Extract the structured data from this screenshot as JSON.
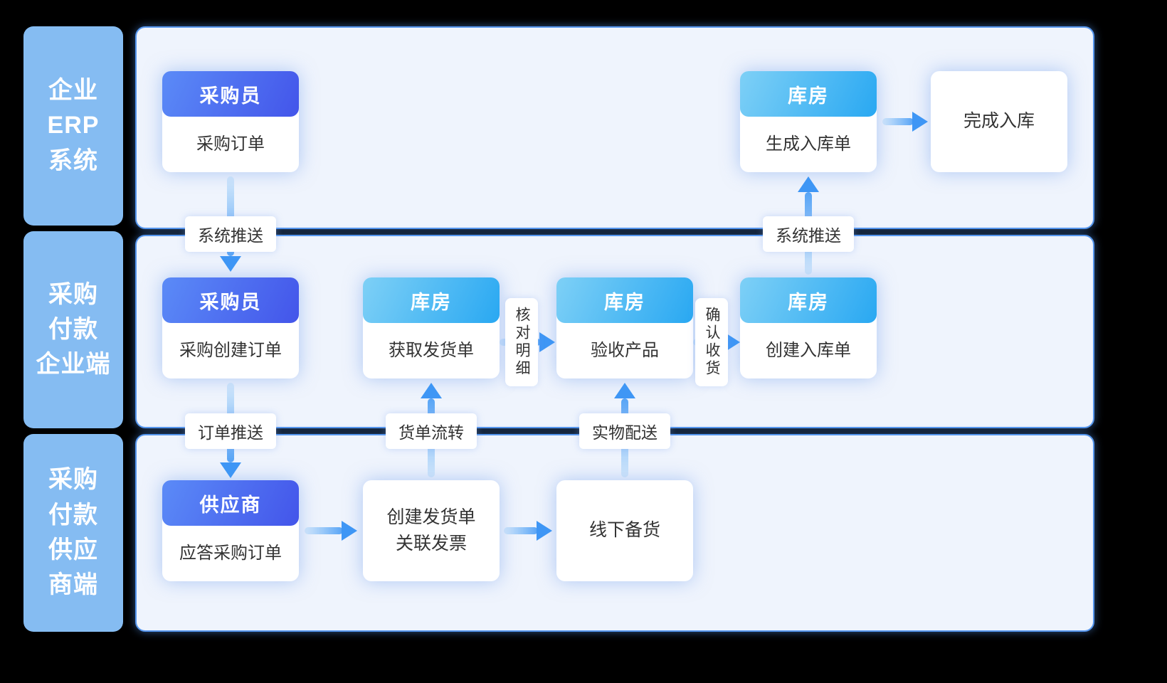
{
  "lanes": [
    {
      "label": "企业\nERP\n系统"
    },
    {
      "label": "采购\n付款\n企业端"
    },
    {
      "label": "采购\n付款\n供应\n商端"
    }
  ],
  "cards": {
    "erp_buyer": {
      "header": "采购员",
      "body": "采购订单"
    },
    "erp_warehouse": {
      "header": "库房",
      "body": "生成入库单"
    },
    "erp_done": {
      "body": "完成入库"
    },
    "ent_buyer": {
      "header": "采购员",
      "body": "采购创建订单"
    },
    "ent_wh_get": {
      "header": "库房",
      "body": "获取发货单"
    },
    "ent_wh_check": {
      "header": "库房",
      "body": "验收产品"
    },
    "ent_wh_create": {
      "header": "库房",
      "body": "创建入库单"
    },
    "sup_supplier": {
      "header": "供应商",
      "body": "应答采购订单"
    },
    "sup_ship": {
      "body": "创建发货单\n关联发票"
    },
    "sup_stock": {
      "body": "线下备货"
    }
  },
  "connectors": {
    "sys_push_left": "系统推送",
    "sys_push_right": "系统推送",
    "order_push": "订单推送",
    "waybill_flow": "货单流转",
    "physical_delivery": "实物配送",
    "check_detail": "核对明细",
    "confirm_receipt": "确认收货"
  },
  "colors": {
    "page_bg": "#000000",
    "lane_label_bg": "#85BCF2",
    "panel_bg": "#EFF4FD",
    "panel_border": "#5596EE",
    "header_blue_1": "#5B8BF7",
    "header_blue_2": "#4355EA",
    "header_cyan_1": "#7ED0F6",
    "header_cyan_2": "#29A8F2",
    "arrow_blue": "#3E96F5",
    "arrow_light": "#D6EAFC",
    "text_dark": "#333333"
  }
}
